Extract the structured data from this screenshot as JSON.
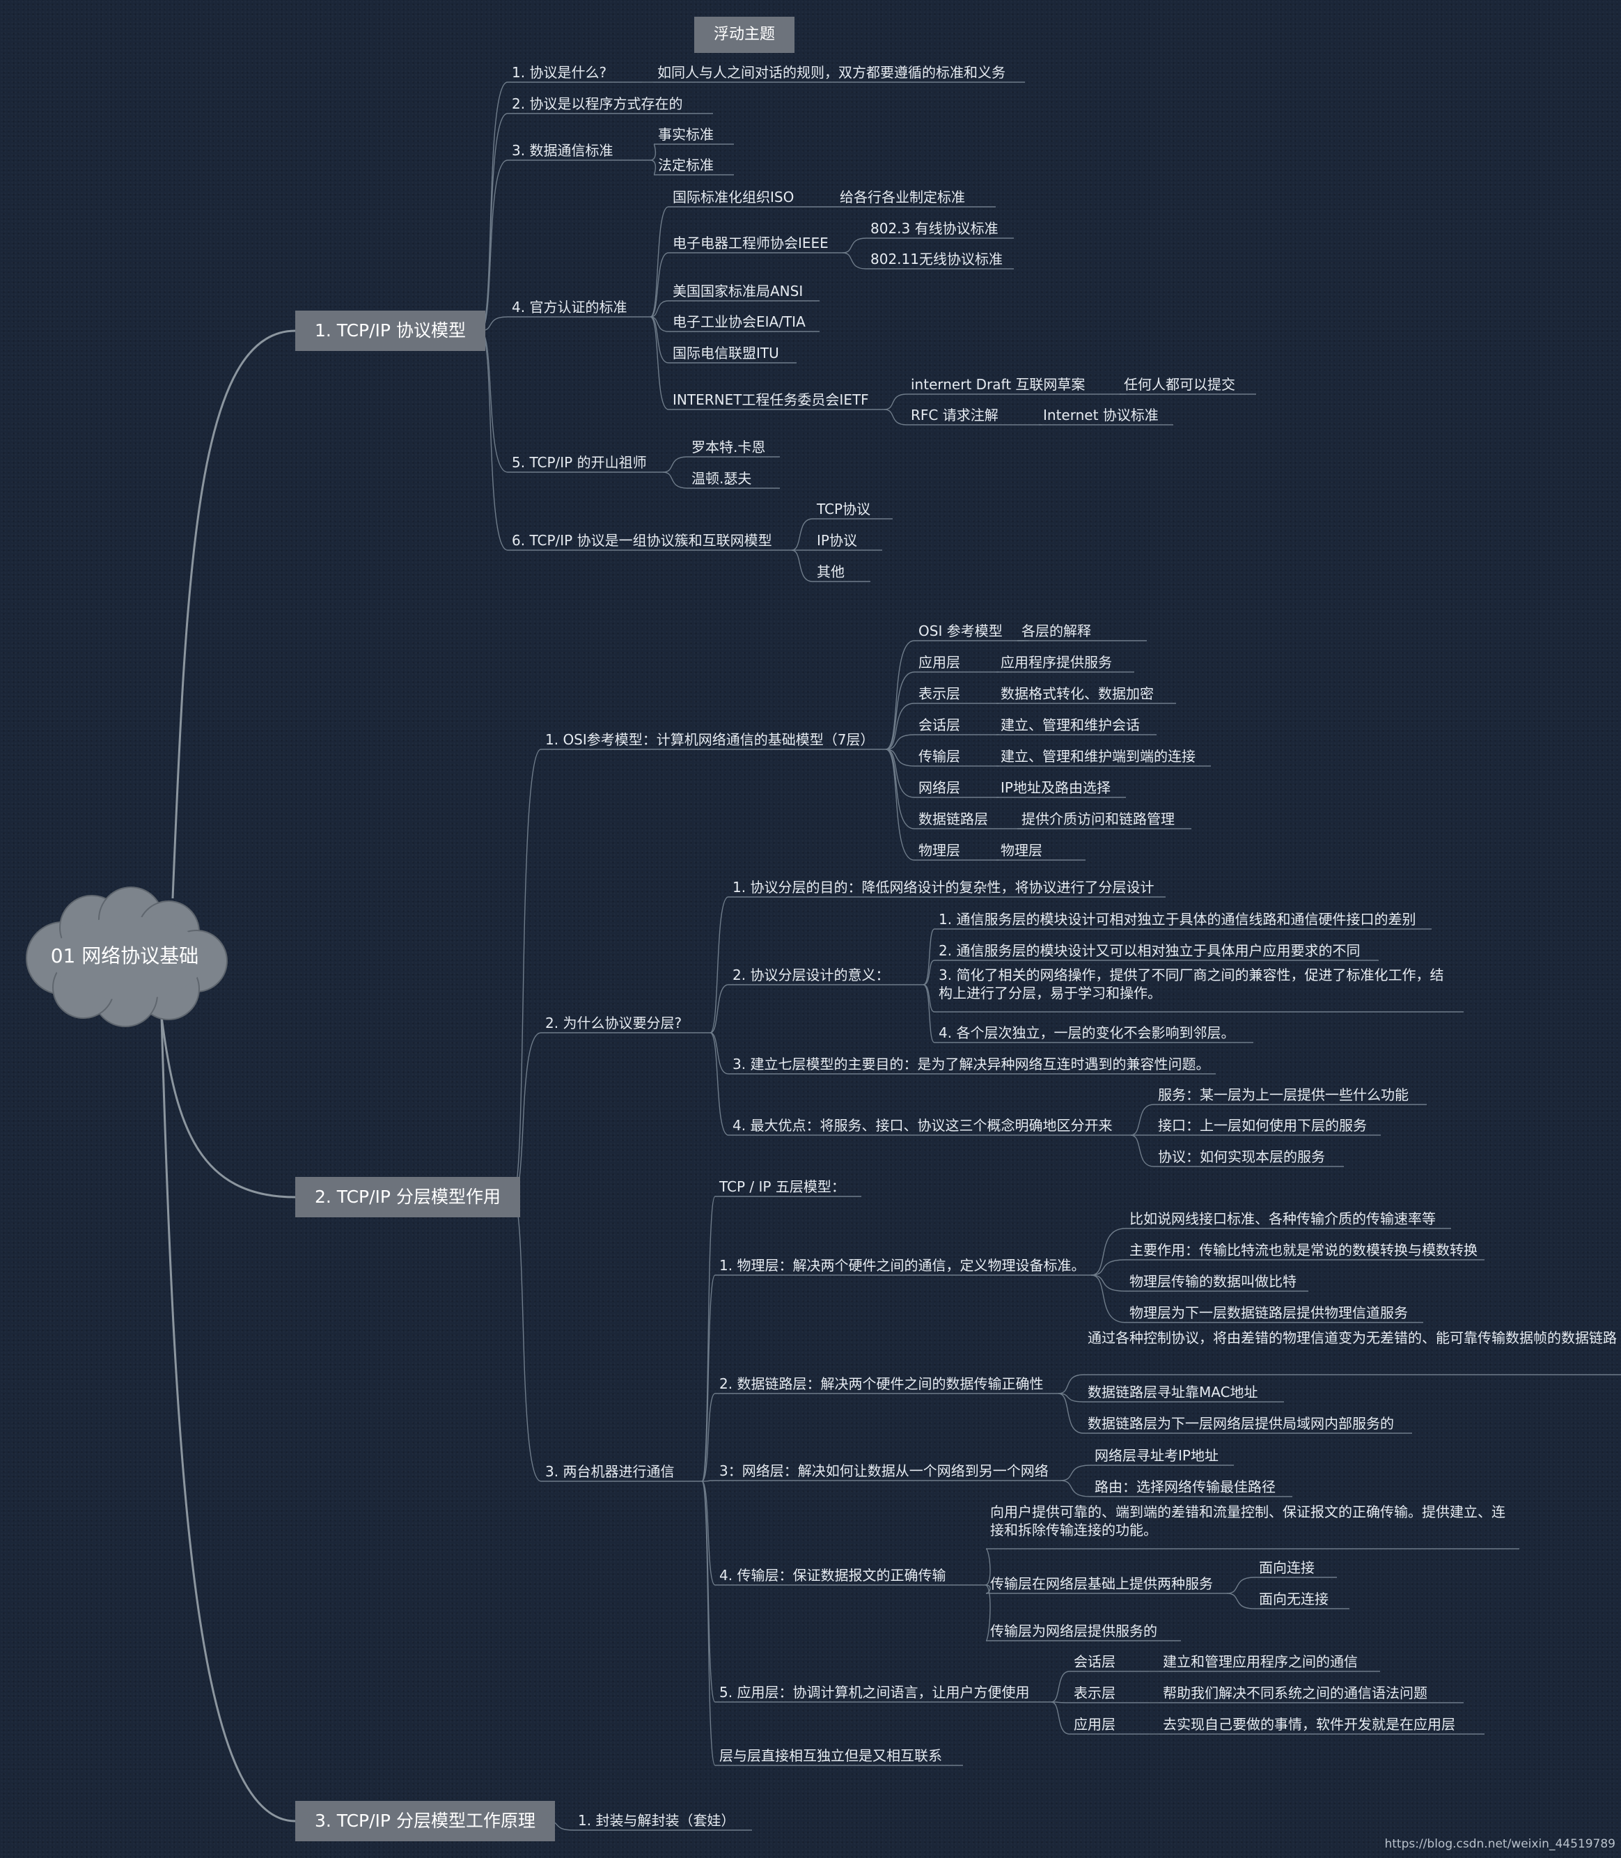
{
  "floating_topic": "浮动主题",
  "central": "01 网络协议基础",
  "main": [
    "1. TCP/IP 协议模型",
    "2. TCP/IP 分层模型作用",
    "3. TCP/IP 分层模型工作原理"
  ],
  "s1": {
    "n1": "1. 协议是什么?",
    "n1a": "如同人与人之间对话的规则，双方都要遵循的标准和义务",
    "n2": "2. 协议是以程序方式存在的",
    "n3": "3. 数据通信标准",
    "n3a": "事实标准",
    "n3b": "法定标准",
    "n4": "4. 官方认证的标准",
    "iso": "国际标准化组织ISO",
    "iso_a": "给各行各业制定标准",
    "ieee": "电子电器工程师协会IEEE",
    "ieee_a": "802.3 有线协议标准",
    "ieee_b": "802.11无线协议标准",
    "ansi": "美国国家标准局ANSI",
    "eia": "电子工业协会EIA/TIA",
    "itu": "国际电信联盟ITU",
    "ietf": "INTERNET工程任务委员会IETF",
    "ietf_a": "internert Draft 互联网草案",
    "ietf_a1": "任何人都可以提交",
    "ietf_b": "RFC 请求注解",
    "ietf_b1": "Internet 协议标准",
    "n5": "5. TCP/IP 的开山祖师",
    "n5a": "罗本特.卡恩",
    "n5b": "温顿.瑟夫",
    "n6": "6. TCP/IP 协议是一组协议簇和互联网模型",
    "n6a": "TCP协议",
    "n6b": "IP协议",
    "n6c": "其他"
  },
  "s2": {
    "osi": "1. OSI参考模型：计算机网络通信的基础模型（7层）",
    "osi_rows": [
      {
        "k": "OSI 参考模型",
        "v": "各层的解释"
      },
      {
        "k": "应用层",
        "v": "应用程序提供服务"
      },
      {
        "k": "表示层",
        "v": "数据格式转化、数据加密"
      },
      {
        "k": "会话层",
        "v": "建立、管理和维护会话"
      },
      {
        "k": "传输层",
        "v": "建立、管理和维护端到端的连接"
      },
      {
        "k": "网络层",
        "v": "IP地址及路由选择"
      },
      {
        "k": "数据链路层",
        "v": "提供介质访问和链路管理"
      },
      {
        "k": "物理层",
        "v": "物理层"
      }
    ],
    "why": "2. 为什么协议要分层?",
    "why1": "1. 协议分层的目的：降低网络设计的复杂性，将协议进行了分层设计",
    "why2": "2. 协议分层设计的意义：",
    "why2a": "1. 通信服务层的模块设计可相对独立于具体的通信线路和通信硬件接口的差别",
    "why2b": "2. 通信服务层的模块设计又可以相对独立于具体用户应用要求的不同",
    "why2c": "3. 简化了相关的网络操作，提供了不同厂商之间的兼容性，促进了标准化工作，结构上进行了分层，易于学习和操作。",
    "why2d": "4. 各个层次独立，一层的变化不会影响到邻层。",
    "why3": "3. 建立七层模型的主要目的：是为了解决异种网络互连时遇到的兼容性问题。",
    "why4": "4. 最大优点：将服务、接口、协议这三个概念明确地区分开来",
    "why4a": "服务：某一层为上一层提供一些什么功能",
    "why4b": "接口：上一层如何使用下层的服务",
    "why4c": "协议：如何实现本层的服务",
    "comm": "3. 两台机器进行通信",
    "t5": "TCP / IP 五层模型：",
    "phy": "1. 物理层：解决两个硬件之间的通信，定义物理设备标准。",
    "phy_a": "比如说网线接口标准、各种传输介质的传输速率等",
    "phy_b": "主要作用：传输比特流也就是常说的数模转换与模数转换",
    "phy_c": "物理层传输的数据叫做比特",
    "phy_d": "物理层为下一层数据链路层提供物理信道服务",
    "dl": "2. 数据链路层：解决两个硬件之间的数据传输正确性",
    "dl_a": "通过各种控制协议，将由差错的物理信道变为无差错的、能可靠传输数据帧的数据链路",
    "dl_b": "数据链路层寻址靠MAC地址",
    "dl_c": "数据链路层为下一层网络层提供局域网内部服务的",
    "net": "3：网络层：解决如何让数据从一个网络到另一个网络",
    "net_a": "网络层寻址考IP地址",
    "net_b": "路由：选择网络传输最佳路径",
    "tr": "4. 传输层：保证数据报文的正确传输",
    "tr_a": "向用户提供可靠的、端到端的差错和流量控制、保证报文的正确传输。提供建立、连接和拆除传输连接的功能。",
    "tr_b": "传输层在网络层基础上提供两种服务",
    "tr_b1": "面向连接",
    "tr_b2": "面向无连接",
    "tr_c": "传输层为网络层提供服务的",
    "app": "5. 应用层：协调计算机之间语言，让用户方便使用",
    "app_rows": [
      {
        "k": "会话层",
        "v": "建立和管理应用程序之间的通信"
      },
      {
        "k": "表示层",
        "v": "帮助我们解决不同系统之间的通信语法问题"
      },
      {
        "k": "应用层",
        "v": "去实现自己要做的事情，软件开发就是在应用层"
      }
    ],
    "last": "层与层直接相互独立但是又相互联系"
  },
  "s3": {
    "n1": "1. 封装与解封装（套娃）"
  },
  "watermark": "https://blog.csdn.net/weixin_44519789",
  "colors": {
    "background": "#1b2638",
    "topic_box": "#6d737c",
    "cloud": "#7d848c",
    "main_branch": "#8c969f",
    "line": "#6f7c8a",
    "text": "#e6ebf1"
  }
}
